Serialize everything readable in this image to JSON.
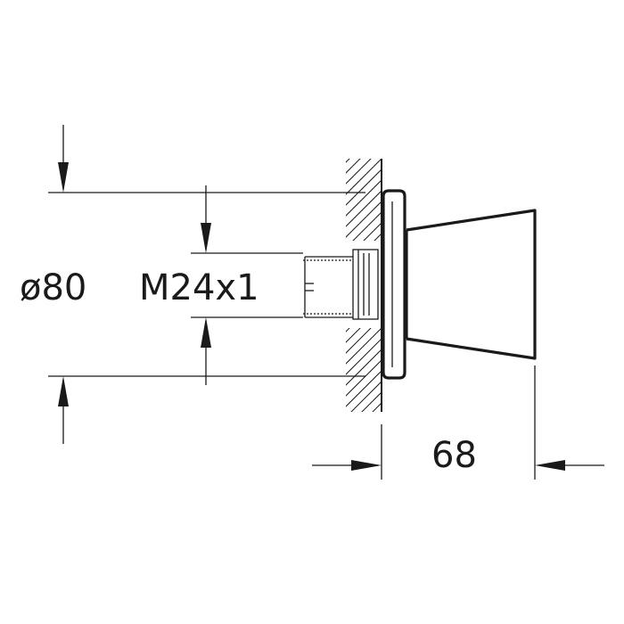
{
  "dimensions": {
    "outer_diameter_label": "ø80",
    "thread_label": "M24x1",
    "depth_label": "68"
  }
}
